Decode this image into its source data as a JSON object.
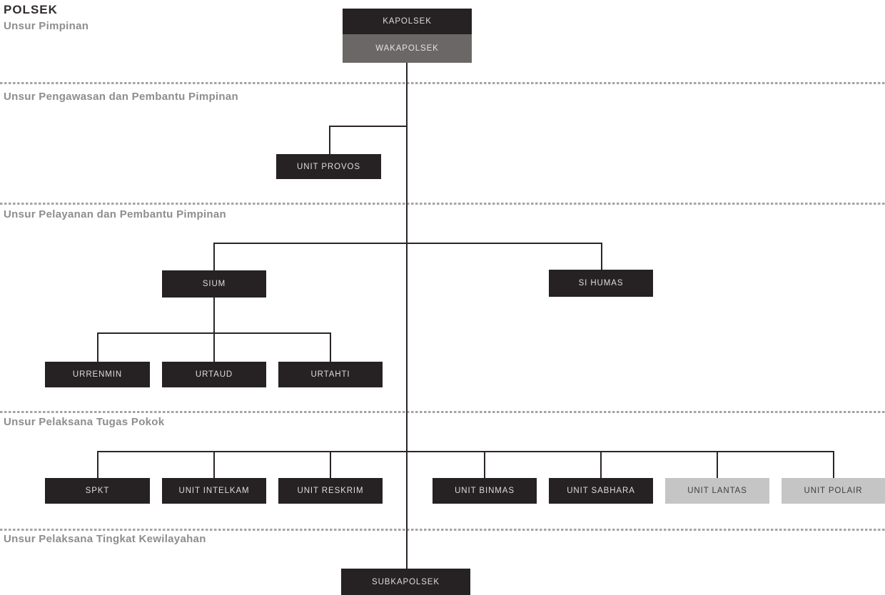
{
  "title": "POLSEK",
  "colors": {
    "background": "#FFFFFF",
    "box_dark": "#262122",
    "box_gray": "#6B6767",
    "box_light": "#C6C5C5",
    "box_dark_text": "#DFDDDD",
    "box_light_text": "#403C3D",
    "connector_line": "#2B2526",
    "dashed_separator": "#A7A4A4",
    "section_label": "#8D8D8D",
    "title_text": "#322D2E"
  },
  "sections": [
    {
      "label": "Unsur Pimpinan"
    },
    {
      "label": "Unsur Pengawasan dan Pembantu Pimpinan"
    },
    {
      "label": "Unsur Pelayanan dan Pembantu Pimpinan"
    },
    {
      "label": "Unsur Pelaksana Tugas Pokok"
    },
    {
      "label": "Unsur Pelaksana Tingkat Kewilayahan"
    }
  ],
  "nodes": {
    "kapolsek": "KAPOLSEK",
    "wakapolsek": "WAKAPOLSEK",
    "unit_provos": "UNIT PROVOS",
    "sium": "SIUM",
    "si_humas": "SI HUMAS",
    "urrenmin": "URRENMIN",
    "urtaud": "URTAUD",
    "urtahti": "URTAHTI",
    "spkt": "SPKT",
    "unit_intelkam": "UNIT INTELKAM",
    "unit_reskrim": "UNIT RESKRIM",
    "unit_binmas": "UNIT BINMAS",
    "unit_sabhara": "UNIT SABHARA",
    "unit_lantas": "UNIT LANTAS",
    "unit_polair": "UNIT POLAIR",
    "subkapolsek": "SUBKAPOLSEK"
  },
  "hierarchy": {
    "root": "KAPOLSEK",
    "deputy": "WAKAPOLSEK",
    "children": {
      "Unsur Pengawasan dan Pembantu Pimpinan": [
        "UNIT PROVOS"
      ],
      "Unsur Pelayanan dan Pembantu Pimpinan": [
        "SIUM",
        "SI HUMAS"
      ],
      "SIUM": [
        "URRENMIN",
        "URTAUD",
        "URTAHTI"
      ],
      "Unsur Pelaksana Tugas Pokok": [
        "SPKT",
        "UNIT INTELKAM",
        "UNIT RESKRIM",
        "UNIT BINMAS",
        "UNIT SABHARA",
        "UNIT LANTAS",
        "UNIT POLAIR"
      ],
      "Unsur Pelaksana Tingkat Kewilayahan": [
        "SUBKAPOLSEK"
      ]
    }
  }
}
